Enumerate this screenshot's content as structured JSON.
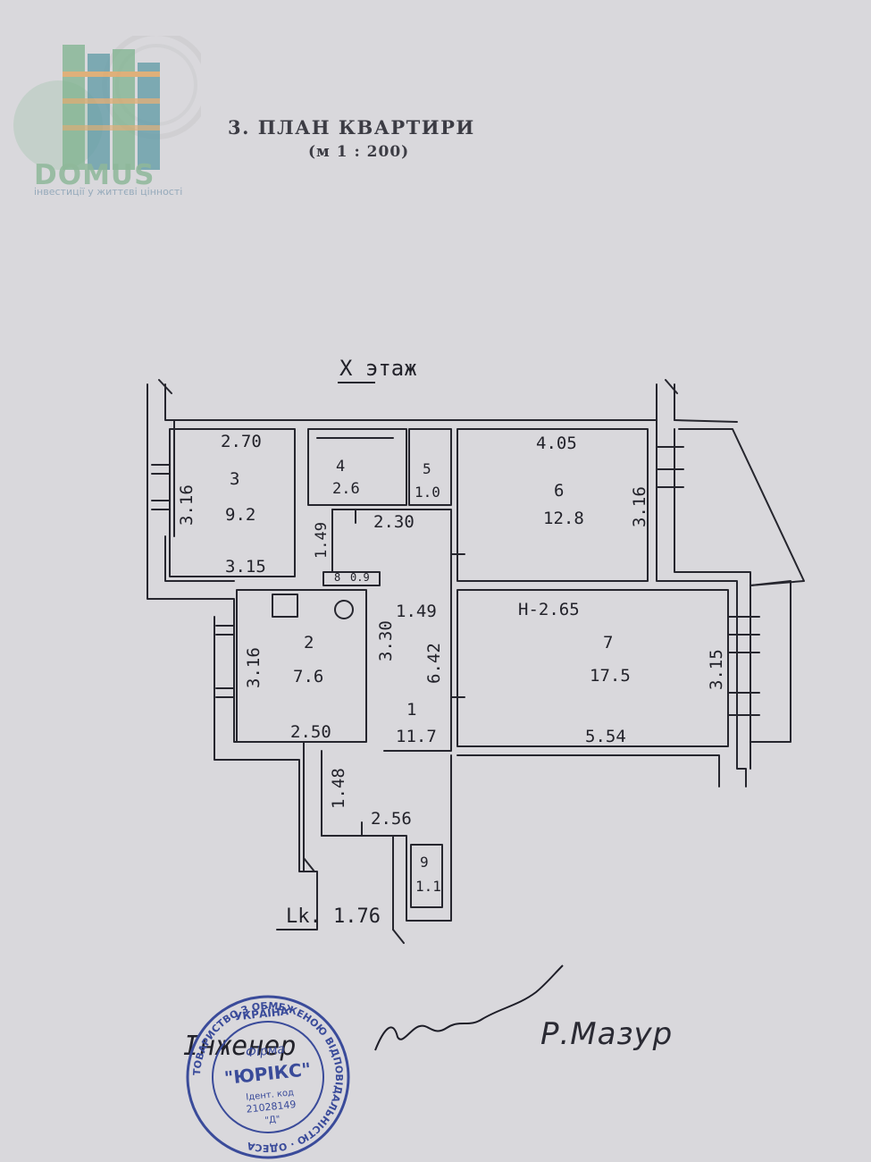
{
  "logo": {
    "brand": "DOMUS",
    "slogan": "інвестиції у життєві цінності",
    "colors": {
      "green": "#7fb38f",
      "teal": "#5e9aa5",
      "orange": "#e2a35a"
    }
  },
  "header": {
    "title": "3. ПЛАН КВАРТИРИ",
    "scale": "(м 1 : 200)"
  },
  "plan": {
    "floor": "X этаж",
    "height": "H-2.65",
    "rooms": [
      {
        "number": "1",
        "area": "11.7"
      },
      {
        "number": "2",
        "area": "7.6"
      },
      {
        "number": "3",
        "area": "9.2"
      },
      {
        "number": "4",
        "area": "2.6"
      },
      {
        "number": "5",
        "area": "1.0"
      },
      {
        "number": "6",
        "area": "12.8"
      },
      {
        "number": "7",
        "area": "17.5"
      },
      {
        "number": "8",
        "area": "0.9"
      },
      {
        "number": "9",
        "area": "1.1"
      }
    ],
    "dimensions": {
      "room3_top": "2.70",
      "room3_side": "3.16",
      "room3_bottom": "3.15",
      "room6_top": "4.05",
      "room6_side": "3.16",
      "corridor_upper": "2.30",
      "corridor_left": "1.49",
      "room2_side": "3.16",
      "room2_right": "3.30",
      "room2_bottom": "2.50",
      "corridor_mid": "1.49",
      "corridor_long": "6.42",
      "room7_side": "3.15",
      "room7_bottom": "5.54",
      "hall_side": "1.48",
      "hall_bottom": "2.56"
    },
    "balcony": "Lk. 1.76"
  },
  "signature": {
    "role": "Інженер",
    "name": "Р.Мазур"
  },
  "stamp": {
    "country": "УКРАЇНА",
    "ring_text": "ТОВАРИСТВО З ОБМЕЖЕНОЮ ВІДПОВІДАЛЬНІСТЮ · ОДЕСА",
    "firm_label": "Фірма",
    "firm_name": "\"ЮРІКС\"",
    "code_label": "Ідент. код",
    "code": "21028149",
    "suffix": "\"Д\"",
    "color": "#3a4b9a"
  }
}
